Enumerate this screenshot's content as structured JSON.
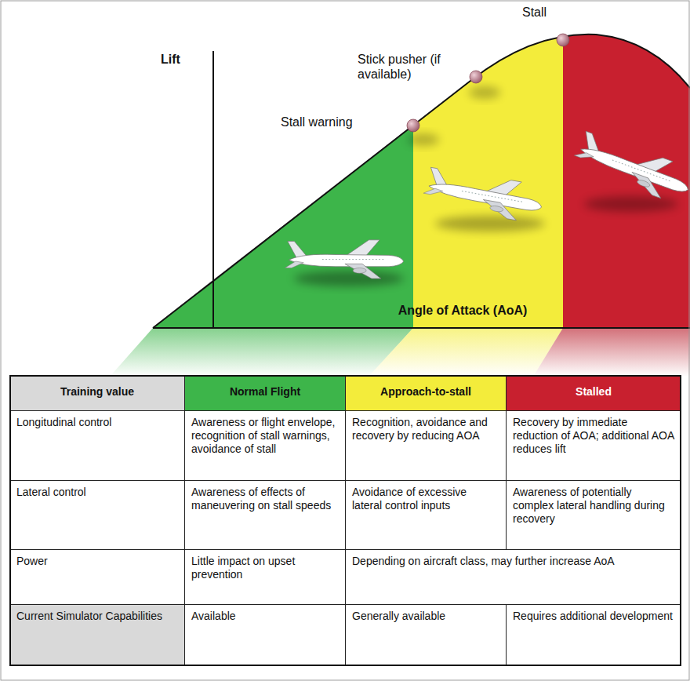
{
  "diagram": {
    "labels": [
      "Lift",
      "Stall warning",
      "Stick pusher (if available)",
      "Stall",
      "Angle of Attack (AoA)",
      "Training value",
      "Normal Flight",
      "Approach-to-stall",
      "Stalled",
      "Longitudinal control",
      "Awareness or flight envelope, recognition of stall warnings, avoidance of stall",
      "Recognition, avoidance and recovery by reducing AOA",
      "Recovery by immediate reduction of AOA; additional AOA reduces lift",
      "Lateral control",
      "Awareness of effects of maneuvering on stall speeds",
      "Avoidance of excessive lateral control inputs",
      "Awareness of potentially complex lateral handling during recovery",
      "Power",
      "Little impact on upset prevention",
      "Depending on aircraft class, may further increase AoA",
      "Current Simulator Capabilities",
      "Available",
      "Generally available",
      "Requires additional development"
    ]
  }
}
